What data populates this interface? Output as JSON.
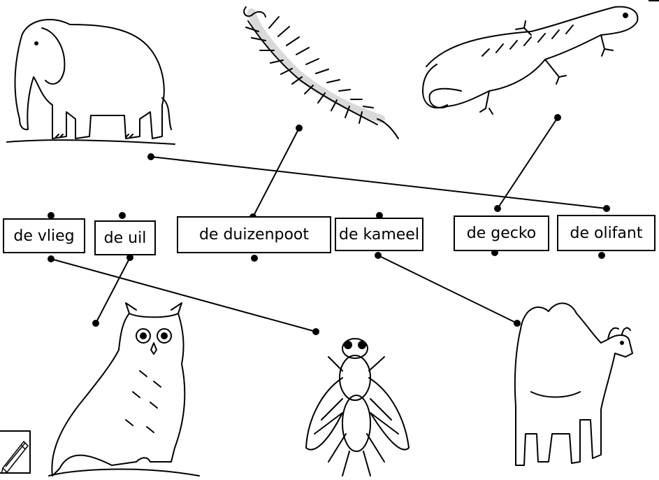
{
  "words": [
    {
      "label": "de vlieg"
    },
    {
      "label": "de uil"
    },
    {
      "label": "de duizenpoot"
    },
    {
      "label": "de kameel"
    },
    {
      "label": "de gecko"
    },
    {
      "label": "de olifant"
    }
  ],
  "pictures": [
    {
      "animal": "elephant",
      "icon": "elephant-icon"
    },
    {
      "animal": "centipede",
      "icon": "centipede-icon"
    },
    {
      "animal": "gecko",
      "icon": "gecko-icon"
    },
    {
      "animal": "owl",
      "icon": "owl-icon"
    },
    {
      "animal": "fly",
      "icon": "fly-icon"
    },
    {
      "animal": "camel",
      "icon": "camel-icon"
    }
  ],
  "matches": [
    {
      "word": "de olifant",
      "picture": "elephant"
    },
    {
      "word": "de duizenpoot",
      "picture": "centipede"
    },
    {
      "word": "de gecko",
      "picture": "gecko"
    },
    {
      "word": "de uil",
      "picture": "owl"
    },
    {
      "word": "de vlieg",
      "picture": "fly"
    },
    {
      "word": "de kameel",
      "picture": "camel"
    }
  ],
  "colors": {
    "ink": "#000000",
    "background": "#ffffff"
  }
}
